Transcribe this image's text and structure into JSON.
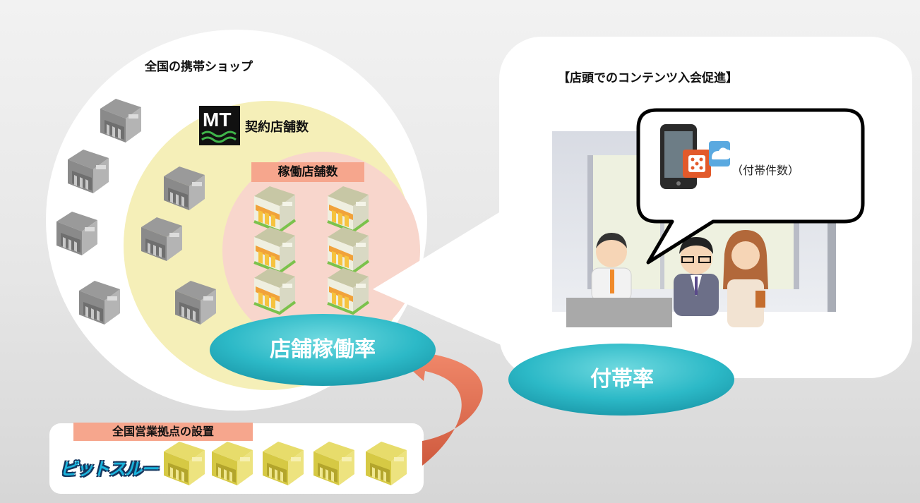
{
  "labels": {
    "shops_title": "全国の携帯ショップ",
    "contract_stores": "契約店舗数",
    "active_stores": "稼働店舗数",
    "store_rate": "店舗稼働率",
    "sales_bases": "全国営業拠点の設置",
    "promo_title": "【店頭でのコンテンツ入会促進】",
    "attach_count": "（付帯件数）",
    "attach_rate": "付帯率",
    "mt_logo": "MT",
    "pit_logo": "ピットスルー"
  },
  "colors": {
    "outer_circle": "#ffffff",
    "contract_circle": "#f5efb8",
    "active_circle": "#f8d6cc",
    "label_bg": "#f6a68d",
    "ellipse_teal": "#2cb9c7",
    "arrow": "#e9765a",
    "pit_logo": "#1bb4dd"
  },
  "icons": [
    "gray-shop-icon",
    "color-shop-icon",
    "yellow-shop-icon",
    "mt-logo-icon",
    "smartphone-icon",
    "dice-app-icon",
    "cloud-icon",
    "clerk-icon",
    "businessman-icon",
    "woman-customer-icon",
    "counter-icon",
    "curved-arrow-icon"
  ]
}
